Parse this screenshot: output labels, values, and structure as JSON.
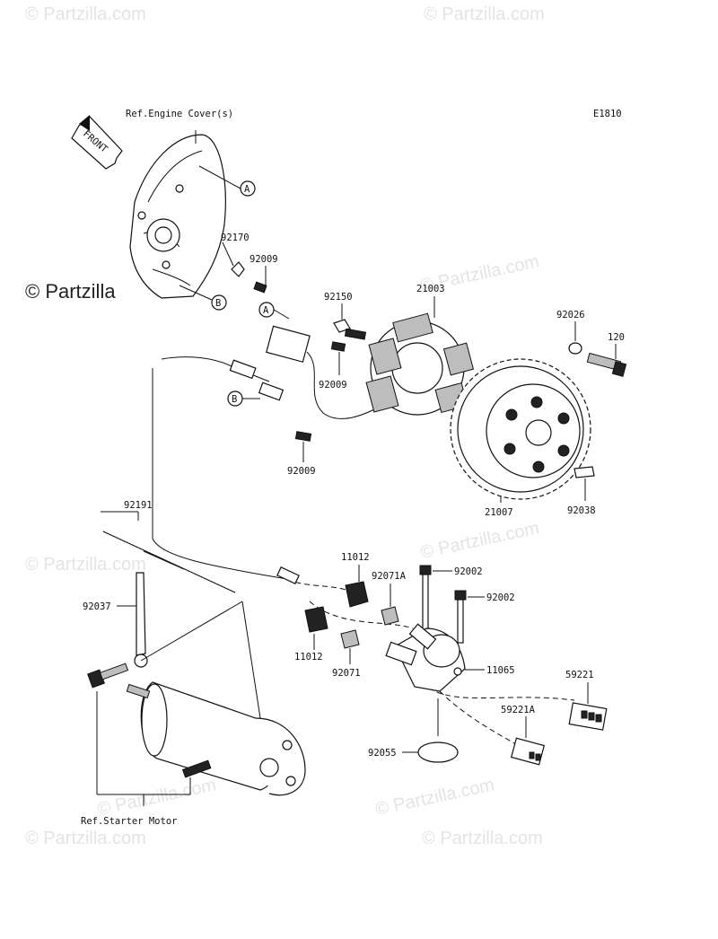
{
  "diagram_code": "E1810",
  "references": {
    "engine_cover": "Ref.Engine Cover(s)",
    "starter_motor": "Ref.Starter Motor"
  },
  "front_arrow": "FRONT",
  "watermark": "© Partzilla.com",
  "copyright": "© Partzilla",
  "markers": {
    "a": "A",
    "b": "B"
  },
  "parts": {
    "p92170": "92170",
    "p92009_top": "92009",
    "p92150": "92150",
    "p21003": "21003",
    "p92026": "92026",
    "p120": "120",
    "p92009_mid": "92009",
    "p92009_low": "92009",
    "p21007": "21007",
    "p92038": "92038",
    "p92191": "92191",
    "p11012_top": "11012",
    "p92071A": "92071A",
    "p92002_a": "92002",
    "p92002_b": "92002",
    "p92037": "92037",
    "p11012_low": "11012",
    "p92071": "92071",
    "p11065": "11065",
    "p59221": "59221",
    "p59221A": "59221A",
    "p92055": "92055"
  }
}
